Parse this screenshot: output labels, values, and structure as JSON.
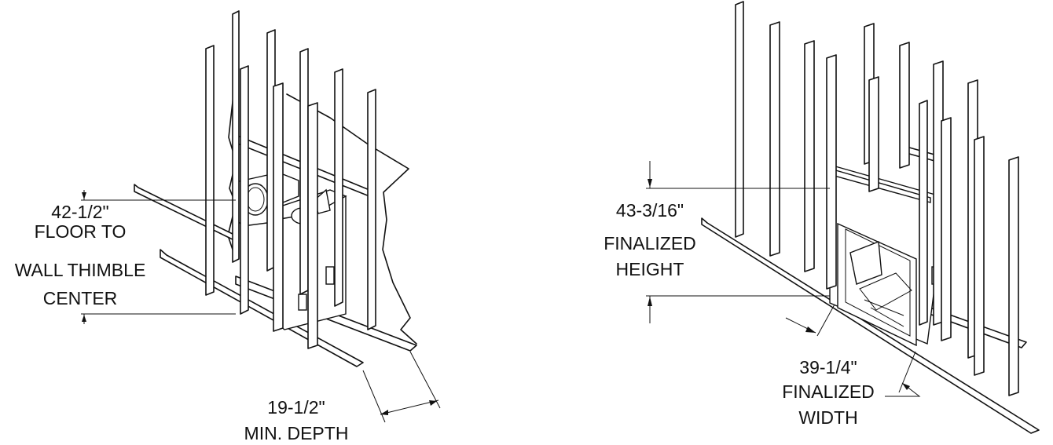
{
  "left_diagram": {
    "height_callout": [
      "42-1/2\"",
      "FLOOR TO",
      "WALL THIMBLE",
      "CENTER"
    ],
    "depth_callout": [
      "19-1/2\"",
      "MIN. DEPTH"
    ]
  },
  "right_diagram": {
    "height_callout": [
      "43-3/16\"",
      "FINALIZED",
      "HEIGHT"
    ],
    "width_callout": [
      "39-1/4\"",
      "FINALIZED",
      "WIDTH"
    ]
  },
  "colors": {
    "line": "#111111",
    "background": "#ffffff"
  }
}
